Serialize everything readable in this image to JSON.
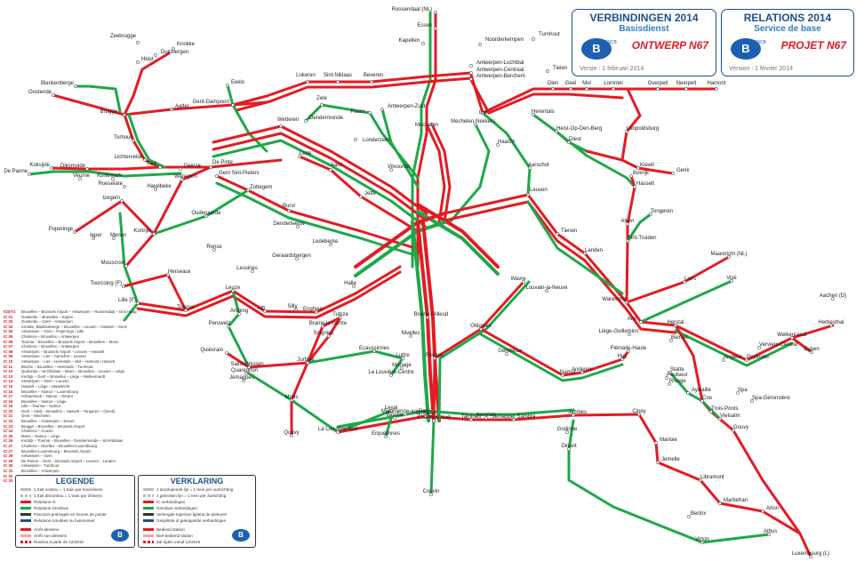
{
  "title_nl": {
    "heading": "VERBINDINGEN 2014",
    "subheading": "Basisdienst",
    "project": "ONTWERP N67",
    "version": "Versie : 1 februari 2014",
    "logo_letter": "B",
    "logo_text": "SNCB"
  },
  "title_fr": {
    "heading": "RELATIONS 2014",
    "subheading": "Service de base",
    "project": "PROJET N67",
    "version": "Version : 1 février 2014",
    "logo_letter": "B",
    "logo_text": "SNCB"
  },
  "colors": {
    "ic": "#e31b23",
    "omnibus": "#1fa84a",
    "background": "#ffffff",
    "brand": "#1d4e8f"
  },
  "stations": [
    {
      "label": "Roosendaal (NL)"
    },
    {
      "label": "Essen"
    },
    {
      "label": "Kapellen"
    },
    {
      "label": "Noorderkempen"
    },
    {
      "label": "Turnhout"
    },
    {
      "label": "Tielen"
    },
    {
      "label": "Antwerpen-Luchtbal"
    },
    {
      "label": "Antwerpen-Centraal"
    },
    {
      "label": "Antwerpen-Berchem"
    },
    {
      "label": "Zeebrugge"
    },
    {
      "label": "Knokke"
    },
    {
      "label": "Duinbergen"
    },
    {
      "label": "Heist"
    },
    {
      "label": "Blankenberge"
    },
    {
      "label": "Oostende"
    },
    {
      "label": "Brugge"
    },
    {
      "label": "Aalter"
    },
    {
      "label": "Eeklo"
    },
    {
      "label": "Gent-Dampoort"
    },
    {
      "label": "Lokeren"
    },
    {
      "label": "Sint-Niklaas"
    },
    {
      "label": "Beveren"
    },
    {
      "label": "Olen"
    },
    {
      "label": "Geel"
    },
    {
      "label": "Mol"
    },
    {
      "label": "Lommel"
    },
    {
      "label": "Overpelt"
    },
    {
      "label": "Neerpelt"
    },
    {
      "label": "Hamont"
    },
    {
      "label": "Zele"
    },
    {
      "label": "Dendermonde"
    },
    {
      "label": "Antwerpen-Zuid"
    },
    {
      "label": "Puurs"
    },
    {
      "label": "Lier"
    },
    {
      "label": "Herentals"
    },
    {
      "label": "Mechelen"
    },
    {
      "label": "Mechelen-Nekkers."
    },
    {
      "label": "Wetteren"
    },
    {
      "label": "Torhout"
    },
    {
      "label": "Lichtervelde"
    },
    {
      "label": "Londerzeel"
    },
    {
      "label": "Heist-Op-Den-Berg"
    },
    {
      "label": "Diest"
    },
    {
      "label": "Leopoldsburg"
    },
    {
      "label": "Haacht"
    },
    {
      "label": "De Panne"
    },
    {
      "label": "Koksijde"
    },
    {
      "label": "Diksmuide"
    },
    {
      "label": "Veurne"
    },
    {
      "label": "Kortemark"
    },
    {
      "label": "Tielt"
    },
    {
      "label": "Deinze"
    },
    {
      "label": "De Pinte"
    },
    {
      "label": "Gent Sint-Pieters"
    },
    {
      "label": "Lede"
    },
    {
      "label": "Aalst"
    },
    {
      "label": "Vilvoorde"
    },
    {
      "label": "Aarschot"
    },
    {
      "label": "Kiewit"
    },
    {
      "label": "Genk"
    },
    {
      "label": "Bokrijk"
    },
    {
      "label": "Hasselt"
    },
    {
      "label": "Roeselare"
    },
    {
      "label": "Waregem"
    },
    {
      "label": "Harelbeke"
    },
    {
      "label": "Izegem"
    },
    {
      "label": "Zottegem"
    },
    {
      "label": "Jette"
    },
    {
      "label": "Leuven"
    },
    {
      "label": "Oudenaarde"
    },
    {
      "label": "Burst"
    },
    {
      "label": "Tongeren"
    },
    {
      "label": "Alken"
    },
    {
      "label": "Tienen"
    },
    {
      "label": "Landen"
    },
    {
      "label": "Sint-Truiden"
    },
    {
      "label": "Poperinge"
    },
    {
      "label": "Ieper"
    },
    {
      "label": "Menen"
    },
    {
      "label": "Kortrijk"
    },
    {
      "label": "Denderleeuw"
    },
    {
      "label": "Ledeberke"
    },
    {
      "label": "Ronse"
    },
    {
      "label": "Geraardsbergen"
    },
    {
      "label": "Maastricht (NL)"
    },
    {
      "label": "Mouscron"
    },
    {
      "label": "Herseaux"
    },
    {
      "label": "Lessines"
    },
    {
      "label": "Visé"
    },
    {
      "label": "Liers"
    },
    {
      "label": "Tourcoing (F)"
    },
    {
      "label": "Lille (F)"
    },
    {
      "label": "Tournai"
    },
    {
      "label": "Leuze"
    },
    {
      "label": "Ath"
    },
    {
      "label": "Silly"
    },
    {
      "label": "Enghien"
    },
    {
      "label": "Halle"
    },
    {
      "label": "Wavre"
    },
    {
      "label": "Louvain-la-Neuve"
    },
    {
      "label": "Waremme"
    },
    {
      "label": "Aachen (D)"
    },
    {
      "label": "Antoing"
    },
    {
      "label": "Tubize"
    },
    {
      "label": "Braine-l'Alleud"
    },
    {
      "label": "Ottignies"
    },
    {
      "label": "Ans"
    },
    {
      "label": "Herstal"
    },
    {
      "label": "Herbesthal"
    },
    {
      "label": "Peruwelz"
    },
    {
      "label": "Braine-le-comte"
    },
    {
      "label": "Nivelles"
    },
    {
      "label": "Liège-Guillemins"
    },
    {
      "label": "Welkenraedt"
    },
    {
      "label": "Bierset"
    },
    {
      "label": "Soignies"
    },
    {
      "label": "Flémalle-Haute"
    },
    {
      "label": "Verviers-Central"
    },
    {
      "label": "Ecaussinnes"
    },
    {
      "label": "Huy"
    },
    {
      "label": "Eupen"
    },
    {
      "label": "Quiévrain"
    },
    {
      "label": "Luttre"
    },
    {
      "label": "Fleurus"
    },
    {
      "label": "Gembloux"
    },
    {
      "label": "Andenne"
    },
    {
      "label": "Statte"
    },
    {
      "label": "Pepinster"
    },
    {
      "label": "Angleur"
    },
    {
      "label": "Saint-Ghislain"
    },
    {
      "label": "Manage"
    },
    {
      "label": "Jurbise"
    },
    {
      "label": "Poulseur"
    },
    {
      "label": "Quaregnon"
    },
    {
      "label": "La Louvière-Centre"
    },
    {
      "label": "Namur"
    },
    {
      "label": "Rivage"
    },
    {
      "label": "Jemappes"
    },
    {
      "label": "Aywaille"
    },
    {
      "label": "Spa"
    },
    {
      "label": "Spa-Géronstère"
    },
    {
      "label": "Coo"
    },
    {
      "label": "Trois-Ponts"
    },
    {
      "label": "Vielsalm"
    },
    {
      "label": "Mons"
    },
    {
      "label": "Châtelet"
    },
    {
      "label": "Auvelais"
    },
    {
      "label": "Gouvy"
    },
    {
      "label": "Leval"
    },
    {
      "label": "Binche"
    },
    {
      "label": "Marchienne-au-Pont"
    },
    {
      "label": "Tamines"
    },
    {
      "label": "Jemeppe/ Sambre"
    },
    {
      "label": "Ciney"
    },
    {
      "label": "Jambes"
    },
    {
      "label": "Quévy"
    },
    {
      "label": "La Louvière-Sud"
    },
    {
      "label": "Charleroi-Sud"
    },
    {
      "label": "Erquelinnes"
    },
    {
      "label": "Godinne"
    },
    {
      "label": "Marloie"
    },
    {
      "label": "Dinant"
    },
    {
      "label": "Jemelle"
    },
    {
      "label": "Libramont"
    },
    {
      "label": "Couvin"
    },
    {
      "label": "Marbehan"
    },
    {
      "label": "Bertrix"
    },
    {
      "label": "Arlon"
    },
    {
      "label": "Athus"
    },
    {
      "label": "Virton"
    },
    {
      "label": "Luxembourg (L)"
    }
  ],
  "routes": [
    {
      "code": "ICE/T2",
      "desc": "Bruxelles – Brussels Airport – Antwerpen – Roosendaal – Den Haag"
    },
    {
      "code": "IC 01",
      "desc": "Oostende – Bruxelles – Eupen"
    },
    {
      "code": "IC 02",
      "desc": "Oostende – Gent – Antwerpen"
    },
    {
      "code": "IC 03",
      "desc": "Knokke, Blankenberge – Bruxelles – Leuven – Hasselt – Genk"
    },
    {
      "code": "IC 04",
      "desc": "Antwerpen – Gent – Poperinge / Lille"
    },
    {
      "code": "IC 05",
      "desc": "Charleroi – Bruxelles – Antwerpen"
    },
    {
      "code": "IC 06",
      "desc": "Tournai – Bruxelles – Brussels Airport – Bruxelles – Mons"
    },
    {
      "code": "IC 07",
      "desc": "Charleroi – Bruxelles – Antwerpen"
    },
    {
      "code": "IC 08",
      "desc": "Antwerpen – Brussels Airport – Leuven – Hasselt"
    },
    {
      "code": "IC 09",
      "desc": "Antwerpen – Lier – Aarschot – Leuven"
    },
    {
      "code": "IC 10",
      "desc": "Antwerpen – Lier – Herentals – Mol – Hamont / Hasselt"
    },
    {
      "code": "IC 11",
      "desc": "Binche – Bruxelles – Herentals – Turnhout"
    },
    {
      "code": "IC 12",
      "desc": "Quiévrain – St-Ghislain – Mons – Bruxelles – Leuven – Liège"
    },
    {
      "code": "IC 13",
      "desc": "Kortrijk – Gent – Bruxelles – Liège – Welkenraedt"
    },
    {
      "code": "IC 14",
      "desc": "Antwerpen – Gent – Leuven"
    },
    {
      "code": "IC 15",
      "desc": "Hasselt – Liège – Maastricht"
    },
    {
      "code": "IC 16",
      "desc": "Bruxelles – Namur – Luxembourg"
    },
    {
      "code": "IC 17",
      "desc": "Schaerbeek – Namur – Dinant"
    },
    {
      "code": "IC 18",
      "desc": "Bruxelles – Namur – Liège"
    },
    {
      "code": "IC 19",
      "desc": "Lille – Tournai – Namur"
    },
    {
      "code": "IC 20",
      "desc": "Gent – Aalst – Bruxelles – Hasselt – Tongeren – (Genk)"
    },
    {
      "code": "IC 21",
      "desc": "Gent – Mechelen"
    },
    {
      "code": "IC 22",
      "desc": "Bruxelles – Antwerpen – Essen"
    },
    {
      "code": "IC 23",
      "desc": "Brugge – Bruxelles – Brussels Airport"
    },
    {
      "code": "IC 24",
      "desc": "Charleroi – Couvin"
    },
    {
      "code": "IC 25",
      "desc": "Mons – Namur – Liège"
    },
    {
      "code": "IC 26",
      "desc": "Kortrijk – Tournai – Bruxelles – Dendermonde – Sint-Niklaas"
    },
    {
      "code": "IC 27",
      "desc": "Charleroi – Nivelles – Bruxelles-Luxembourg"
    },
    {
      "code": "IC 27",
      "desc": "Bruxelles-Luxembourg – Brussels Airport"
    },
    {
      "code": "IC 28",
      "desc": "Antwerpen – Gent"
    },
    {
      "code": "IC 29",
      "desc": "De Panne – Gent – Brussels Airport – Leuven – Landen"
    },
    {
      "code": "IC 30",
      "desc": "Antwerpen – Turnhout"
    },
    {
      "code": "IC 31",
      "desc": "Bruxelles – Antwerpen"
    },
    {
      "code": "IC 32",
      "desc": "Brugge – Kortrijk"
    },
    {
      "code": "IC 33",
      "desc": "Liège – Gouvy – Luxembourg"
    }
  ],
  "legend_fr": {
    "title": "LEGENDE",
    "rows": [
      "1 trait continu = 1 train par heure/sens",
      "1 trait discontinu = 1 train par 2h/sens",
      "Relations IC",
      "Relations Omnibus",
      "Parcours prolongés en heures de pointe",
      "Relations scindées ou fusionnées",
      "Arrêt desservi",
      "Arrêt non desservi",
      "Roulera à partir de 12/2015"
    ]
  },
  "legend_nl": {
    "title": "VERKLARING",
    "rows": [
      "1 doorlopende lijn = 1 trein per uur/richting",
      "1 gebroken lijn = 1 trein per 2u/richting",
      "IC verbindingen",
      "Omnibus verbindingen",
      "Verlengde trajecten tijdens de piekuren",
      "Gesplitste of gekoppelde verbindingen",
      "Bediend station",
      "Niet-bediend station",
      "Zal rijden vanaf 12/2015"
    ]
  }
}
